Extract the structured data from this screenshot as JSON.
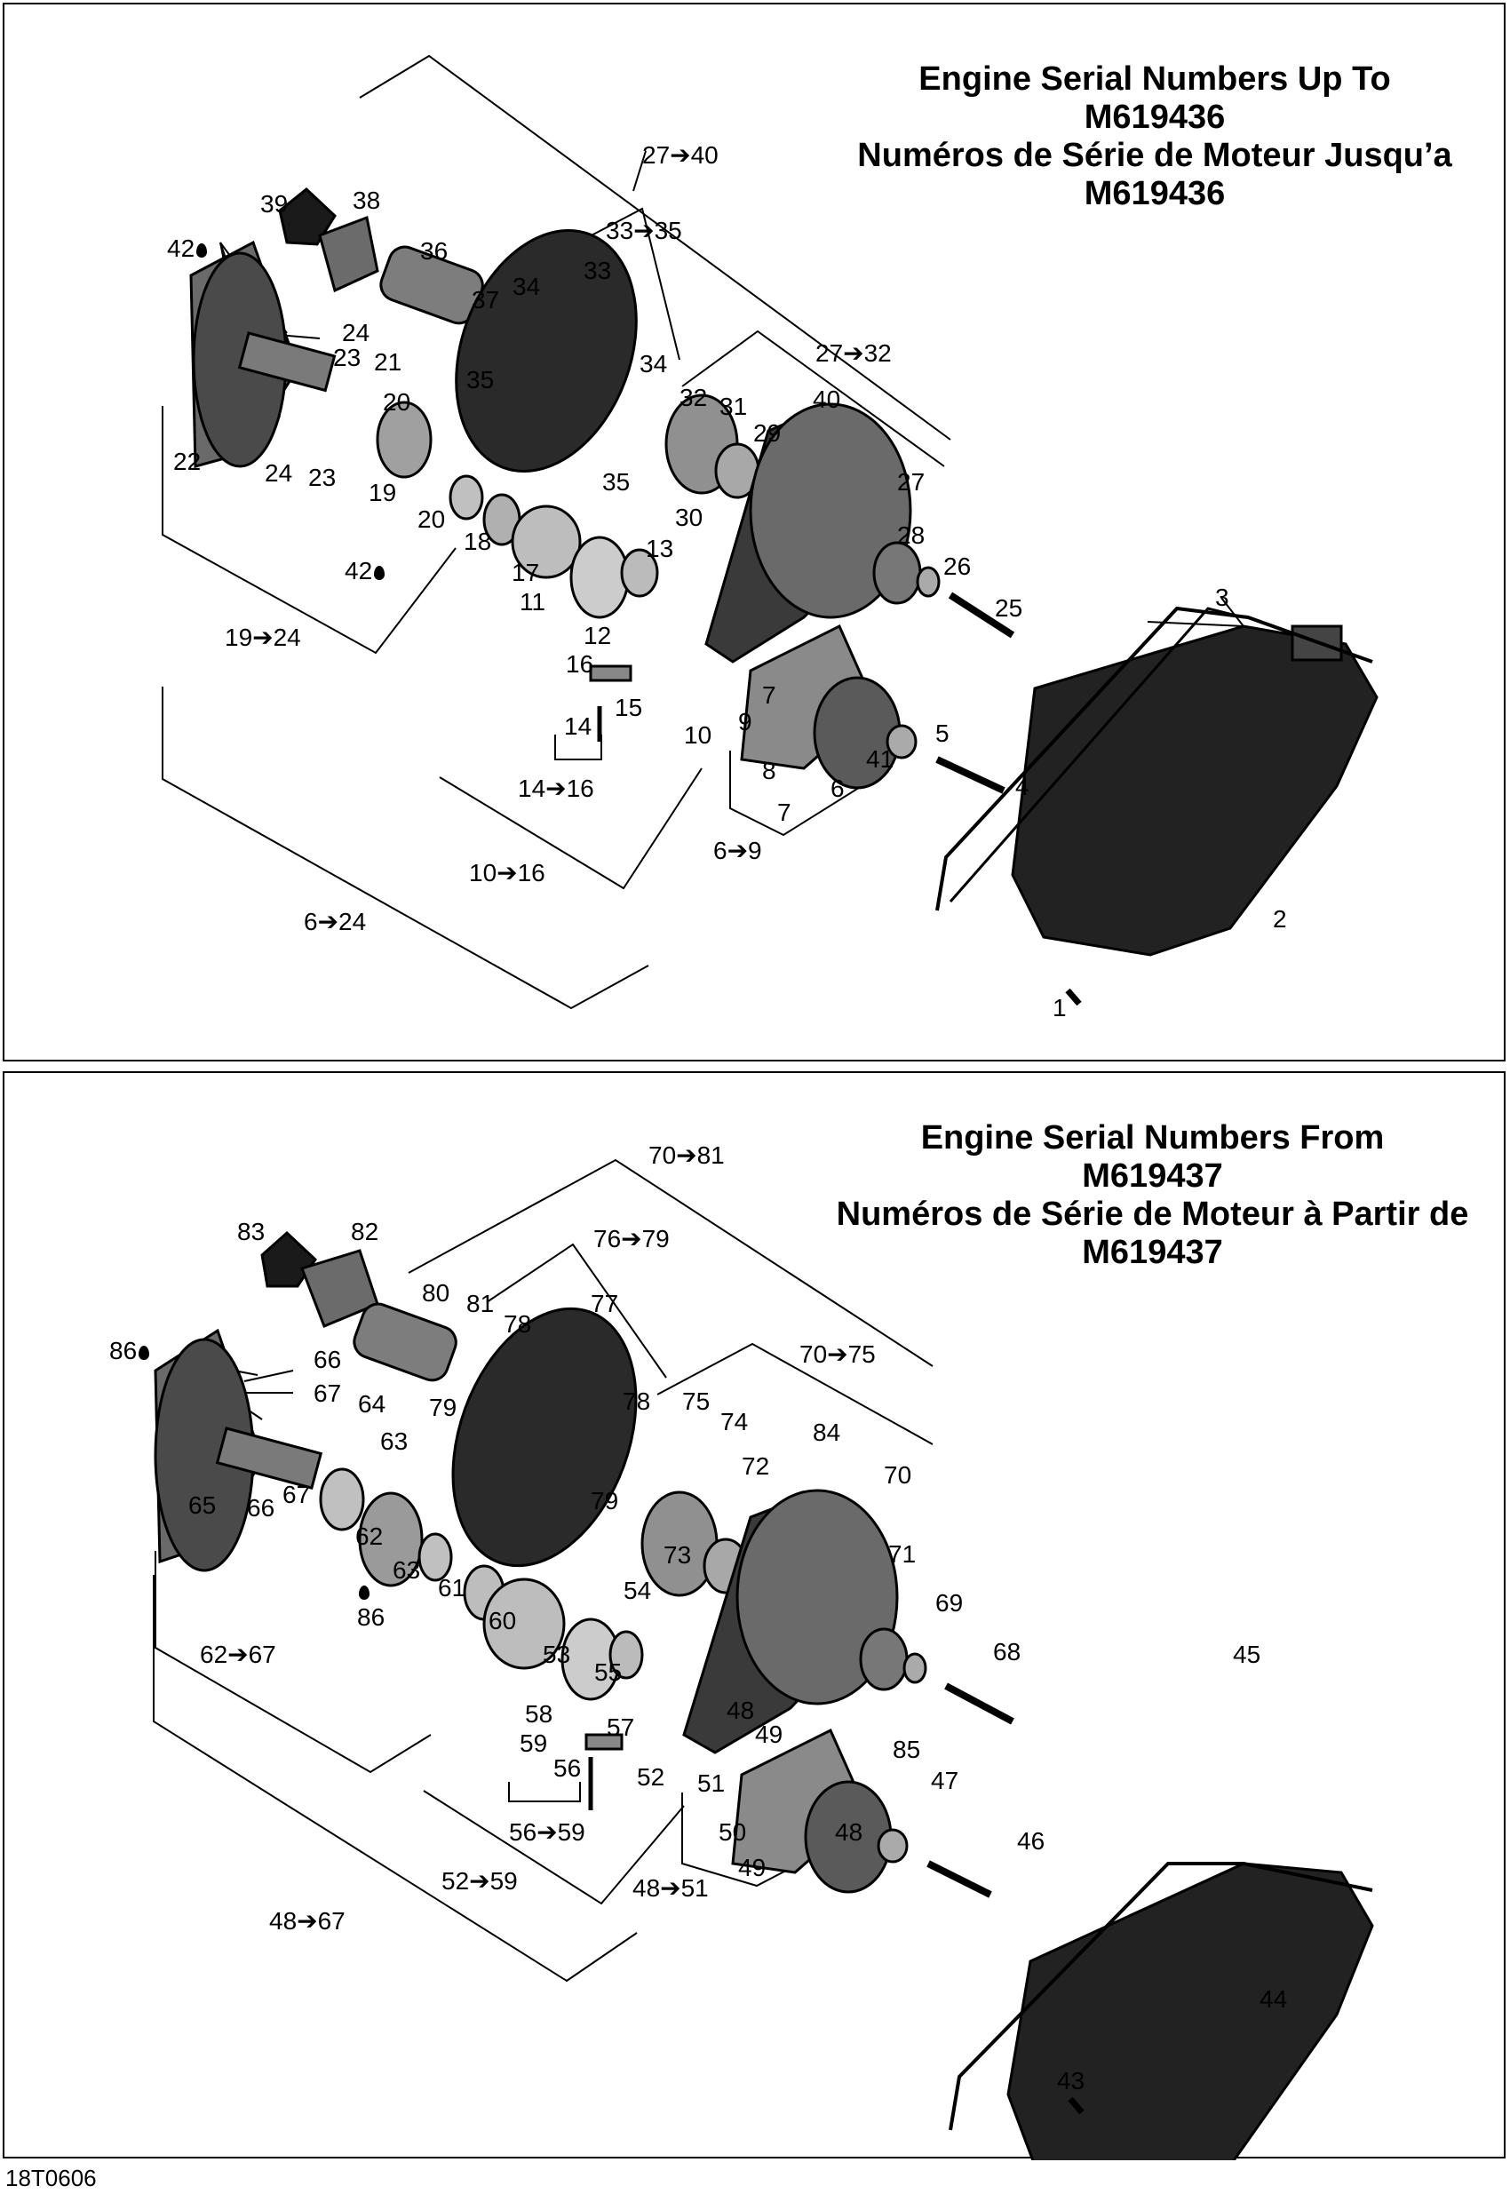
{
  "sections": [
    {
      "id": "top",
      "heading": [
        "Engine Serial Numbers Up To",
        "M619436",
        "Numéros de Série de Moteur Jusqu’a",
        "M619436"
      ],
      "callouts": [
        "1",
        "2",
        "3",
        "4",
        "5",
        "6",
        "7",
        "7",
        "8",
        "9",
        "10",
        "11",
        "12",
        "13",
        "14",
        "15",
        "16",
        "17",
        "18",
        "19",
        "20",
        "20",
        "21",
        "22",
        "23",
        "23",
        "24",
        "24",
        "25",
        "26",
        "27",
        "28",
        "29",
        "30",
        "31",
        "32",
        "33",
        "34",
        "34",
        "35",
        "35",
        "36",
        "37",
        "38",
        "39",
        "40",
        "41",
        "42",
        "42"
      ],
      "group_labels": [
        "27➔40",
        "33➔35",
        "27➔32",
        "19➔24",
        "14➔16",
        "10➔16",
        "6➔9",
        "6➔24"
      ]
    },
    {
      "id": "bottom",
      "heading": [
        "Engine Serial Numbers From",
        "M619437",
        "Numéros de Série de Moteur à Partir de",
        "M619437"
      ],
      "callouts": [
        "43",
        "44",
        "45",
        "46",
        "47",
        "48",
        "48",
        "49",
        "49",
        "50",
        "51",
        "52",
        "53",
        "54",
        "55",
        "56",
        "57",
        "58",
        "59",
        "60",
        "61",
        "62",
        "63",
        "63",
        "64",
        "65",
        "66",
        "66",
        "67",
        "67",
        "68",
        "69",
        "70",
        "71",
        "72",
        "73",
        "74",
        "75",
        "77",
        "78",
        "78",
        "79",
        "79",
        "80",
        "81",
        "82",
        "83",
        "84",
        "85",
        "86",
        "86"
      ],
      "group_labels": [
        "70➔81",
        "76➔79",
        "70➔75",
        "62➔67",
        "56➔59",
        "52➔59",
        "48➔51",
        "48➔67"
      ]
    }
  ],
  "diagram_code": "18T0606"
}
